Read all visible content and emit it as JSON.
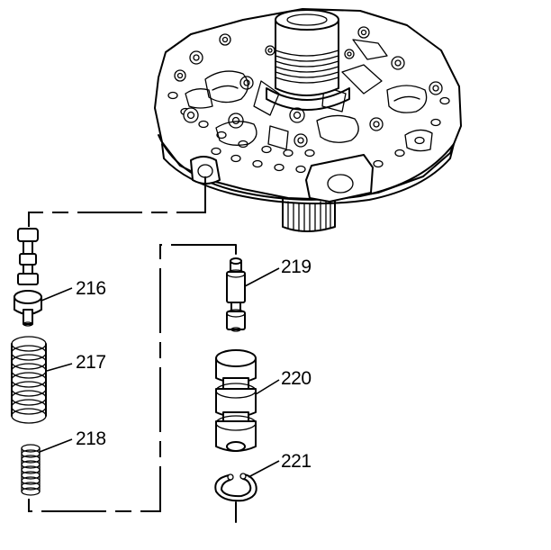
{
  "labels": {
    "p216": "216",
    "p217": "217",
    "p218": "218",
    "p219": "219",
    "p220": "220",
    "p221": "221"
  }
}
